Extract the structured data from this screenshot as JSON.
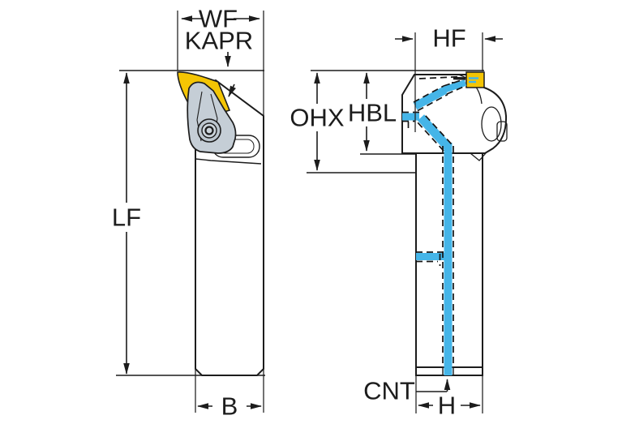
{
  "left_view": {
    "labels": {
      "wf": "WF",
      "kapr": "KAPR",
      "lf": "LF",
      "b": "B"
    }
  },
  "right_view": {
    "labels": {
      "hf": "HF",
      "ohx": "OHX",
      "hbl": "HBL",
      "cnt": "CNT",
      "h": "H"
    }
  },
  "colors": {
    "background": "#ffffff",
    "line": "#1c1c1c",
    "body": "#c5ced6",
    "body_shade": "#bcc6ce",
    "body_light": "#ccd5db",
    "insert_yellow": "#f4c504",
    "coolant_blue": "#45b5e8"
  }
}
